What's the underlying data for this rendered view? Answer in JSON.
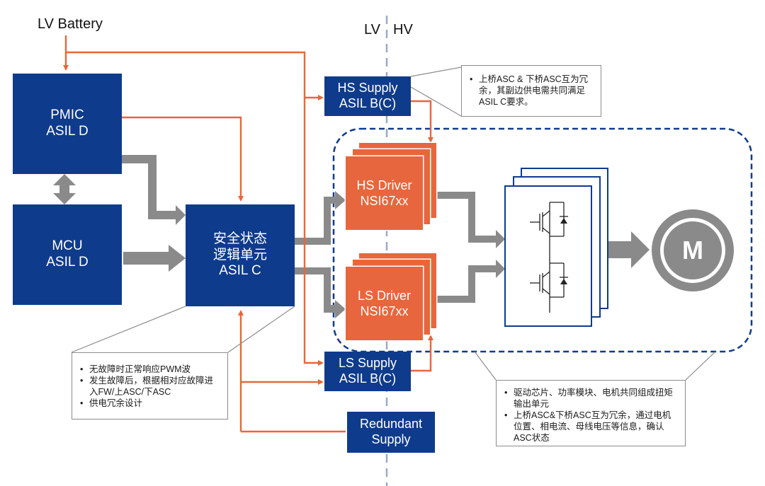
{
  "labels": {
    "lv_battery": "LV Battery",
    "lv": "LV",
    "hv": "HV"
  },
  "blocks": {
    "pmic": {
      "line1": "PMIC",
      "line2": "ASIL D"
    },
    "mcu": {
      "line1": "MCU",
      "line2": "ASIL D"
    },
    "safe_state": {
      "line1": "安全状态",
      "line2": "逻辑单元",
      "line3": "ASIL C"
    },
    "hs_supply": {
      "line1": "HS Supply",
      "line2": "ASIL B(C)"
    },
    "ls_supply": {
      "line1": "LS Supply",
      "line2": "ASIL B(C)"
    },
    "redundant_supply": {
      "line1": "Redundant",
      "line2": "Supply"
    },
    "hs_driver": {
      "line1": "HS Driver",
      "line2": "NSI67xx"
    },
    "ls_driver": {
      "line1": "LS Driver",
      "line2": "NSI67xx"
    },
    "motor": {
      "label": "M"
    }
  },
  "notes": {
    "supply_note": [
      "上桥ASC & 下桥ASC互为冗余，其副边供电需共同满足ASIL C要求。"
    ],
    "logic_note": [
      "无故障时正常响应PWM波",
      "发生故障后，根据相对应故障进入FW/上ASC/下ASC",
      "供电冗余设计"
    ],
    "torque_note": [
      "驱动芯片、功率模块、电机共同组成扭矩输出单元",
      "上桥ASC&下桥ASC互为冗余，通过电机位置、相电流、母线电压等信息，确认ASC状态"
    ]
  },
  "colors": {
    "navy": "#0f3b8c",
    "orange": "#e8663d",
    "gray_arrow": "#8a8a8a",
    "divider": "#9aa9c6"
  }
}
